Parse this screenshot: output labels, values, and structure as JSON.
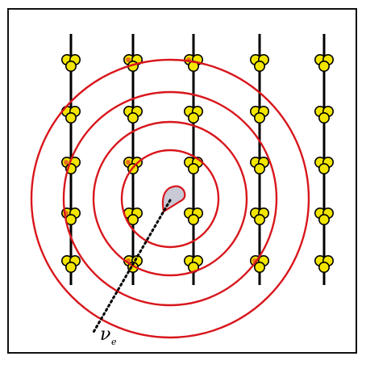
{
  "diagram": {
    "grid": {
      "columns": 5,
      "rows": 5
    },
    "colors": {
      "frame": "#111111",
      "wire": "#000000",
      "atom_fill": "#f2e600",
      "atom_stroke": "#000000",
      "atom_hot": "#e8701a",
      "ring": "#d8161c",
      "source_fill": "#c9c9d6",
      "source_stroke": "#d8161c"
    },
    "rings": {
      "count": 4
    },
    "label": {
      "symbol": "ν",
      "subscript": "e"
    }
  }
}
